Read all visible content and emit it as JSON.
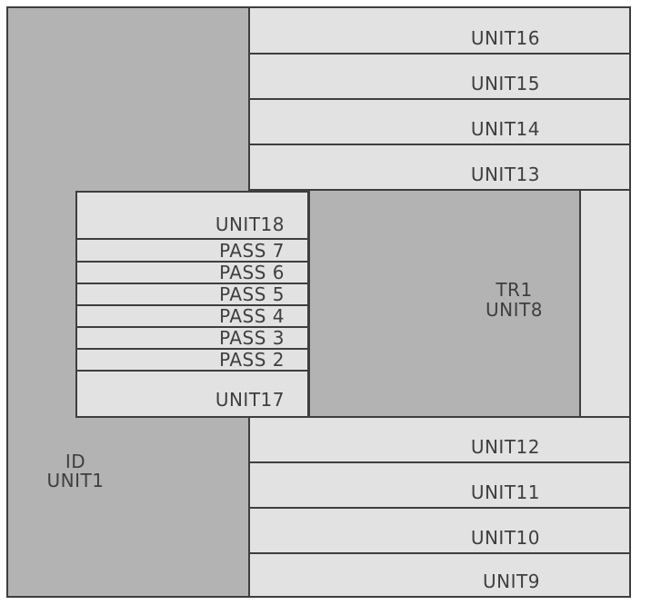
{
  "diagram": {
    "left_column": {
      "lines": [
        "ID",
        "UNIT1"
      ]
    },
    "top_bars": [
      "UNIT16",
      "UNIT15",
      "UNIT14",
      "UNIT13"
    ],
    "stack_rows": [
      "UNIT18",
      "PASS 7",
      "PASS 6",
      "PASS 5",
      "PASS 4",
      "PASS 3",
      "PASS 2",
      "UNIT17"
    ],
    "center_box": {
      "lines": [
        "TR1",
        "UNIT8"
      ]
    },
    "bottom_bars": [
      "UNIT12",
      "UNIT11",
      "UNIT10",
      "UNIT9"
    ],
    "colors": {
      "panel_gray": "#b3b3b3",
      "cell_gray": "#e2e2e2",
      "border": "#3e3e3e",
      "text": "#3f3f3f",
      "background": "#ffffff"
    }
  }
}
